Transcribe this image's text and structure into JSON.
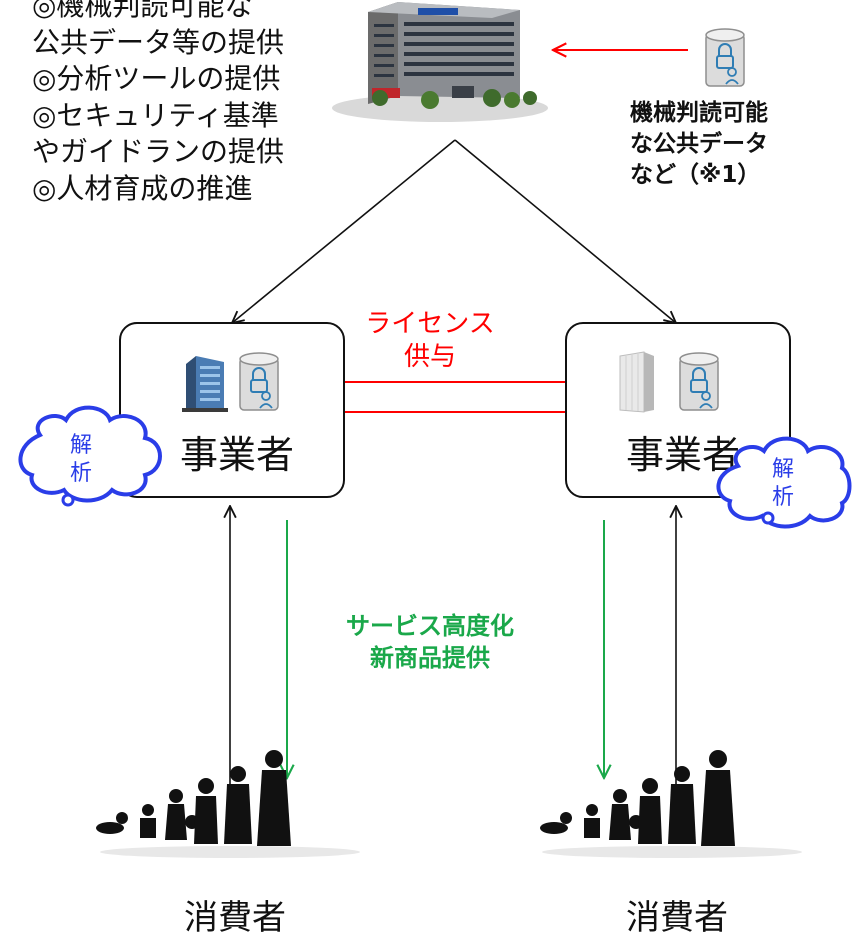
{
  "government": {
    "roles": [
      "◎機械判読可能な",
      "公共データ等の提供",
      "◎分析ツールの提供",
      "◎セキュリティ基準",
      "やガイドランの提供",
      "◎人材育成の推進"
    ]
  },
  "data_source": {
    "label_lines": [
      "機械判読可能",
      "な公共データ",
      "など（※1）"
    ]
  },
  "businesses": {
    "left_name": "事業者",
    "right_name": "事業者",
    "analysis_left": [
      "解",
      "析"
    ],
    "analysis_right": [
      "解",
      "析"
    ]
  },
  "license": {
    "lines": [
      "ライセンス",
      "供与"
    ],
    "color": "#ff0000"
  },
  "service": {
    "lines": [
      "サービス高度化",
      "新商品提供"
    ],
    "color": "#1aa84a"
  },
  "consumers": {
    "left_name": "消費者",
    "right_name": "消費者"
  },
  "icons": {
    "government_building": "government-building-icon",
    "database": "database-icon",
    "office_building": "office-building-icon",
    "tower_building": "tower-building-icon",
    "cloud": "cloud-icon",
    "people": "people-silhouette-icon"
  }
}
